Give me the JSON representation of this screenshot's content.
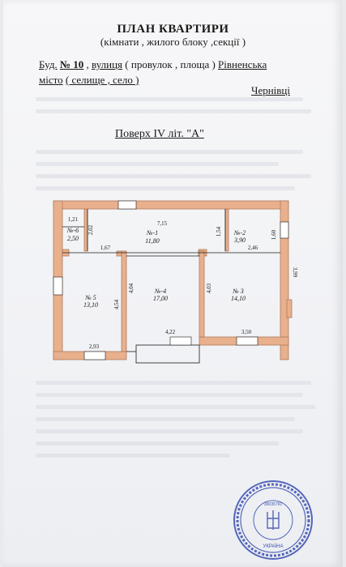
{
  "header": {
    "title": "ПЛАН КВАРТИРИ",
    "subtitle": "(кімнати , жилого блоку ,секції )",
    "building_label": "Буд.",
    "building_number": "№ 10",
    "street_label": "вулиця",
    "street_rest": "( провулок , площа )",
    "street_name": "Рівненська",
    "city_label": "місто",
    "city_rest": "( селище , село )",
    "city_name": "Чернівці",
    "floor_text": "Поверх  IV  літ. \"А\""
  },
  "plan": {
    "rooms": [
      {
        "id": "6",
        "label": "№-6",
        "area": "2,50"
      },
      {
        "id": "1",
        "label": "№-1",
        "area": "11,80"
      },
      {
        "id": "2",
        "label": "№-2",
        "area": "3,90"
      },
      {
        "id": "4",
        "label": "№-4",
        "area": "17,00"
      },
      {
        "id": "3",
        "label": "№ 3",
        "area": "14,10"
      },
      {
        "id": "5",
        "label": "№ 5",
        "area": "13,10"
      }
    ],
    "dimensions": {
      "d_121": "1,21",
      "d_202": "2,02",
      "d_715": "7,15",
      "d_154": "1,54",
      "d_160": "1,60",
      "d_167": "1,67",
      "d_246": "2,46",
      "d_399": "3,99",
      "d_404": "4,04",
      "d_403": "4,03",
      "d_454": "4,54",
      "d_293": "2,93",
      "d_422": "4,22",
      "d_350": "3,50"
    }
  },
  "stamp": {
    "center_number": "30035791",
    "country": "УКРАЇНА"
  },
  "colors": {
    "wall": "#e8b08c",
    "wall_stroke": "#b0785a",
    "ink": "#1a1a1a",
    "stamp": "#3a4fb0"
  }
}
